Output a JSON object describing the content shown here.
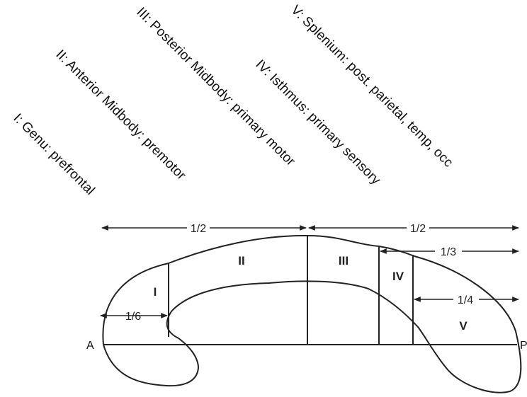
{
  "labels": {
    "genu": "I: Genu: prefrontal",
    "anterior_midbody": "II: Anterior Midbody: premotor",
    "posterior_midbody": "III: Posterior Midbody: primary motor",
    "isthmus": "IV: Isthmus: primary sensory",
    "splenium": "V: Splenium: post. parietal, temp, occ"
  },
  "regions": {
    "r1": "I",
    "r2": "II",
    "r3": "III",
    "r4": "IV",
    "r5": "V"
  },
  "fractions": {
    "half_left": "1/2",
    "half_right": "1/2",
    "third": "1/3",
    "quarter": "1/4",
    "sixth": "1/6"
  },
  "axis": {
    "anterior": "A",
    "posterior": "P"
  },
  "colors": {
    "fill": "#f5d89a",
    "stroke": "#222222"
  }
}
